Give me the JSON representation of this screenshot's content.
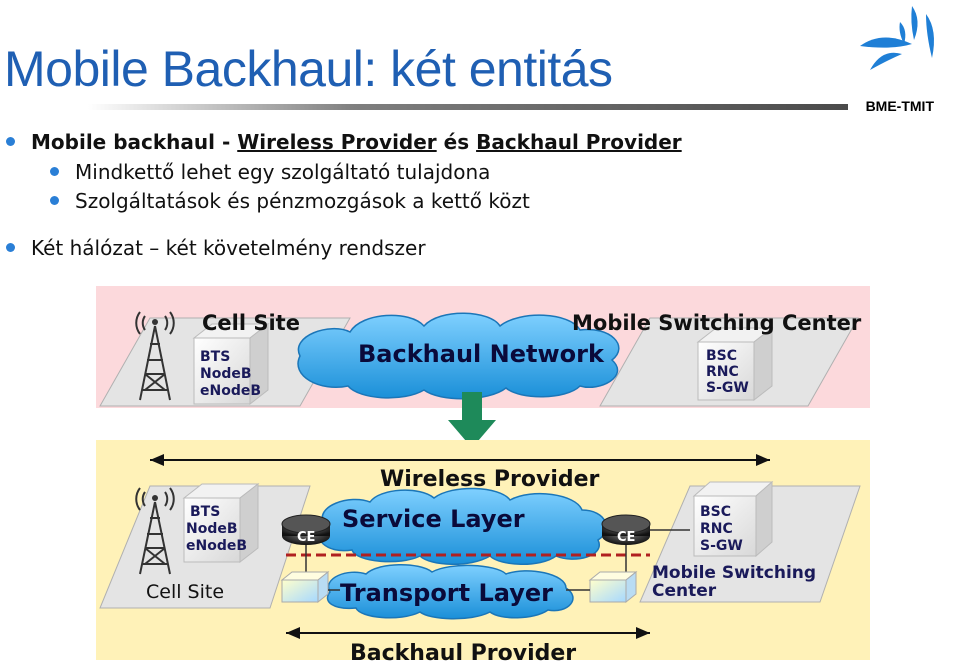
{
  "header": {
    "title": "Mobile Backhaul: két entitás",
    "logo_text": "BME-TMIT"
  },
  "bullets": {
    "b1_prefix": "Mobile backhaul - ",
    "b1_link1": "Wireless Provider",
    "b1_mid": " és ",
    "b1_link2": "Backhaul Provider",
    "b1_sub1": "Mindkettő lehet egy szolgáltató tulajdona",
    "b1_sub2": "Szolgáltatások és pénzmozgások a kettő közt",
    "b2": "Két hálózat – két követelmény rendszer"
  },
  "top_diagram": {
    "cell_site_label": "Cell Site",
    "bts_lines": [
      "BTS",
      "NodeB",
      "eNodeB"
    ],
    "msc_label": "Mobile Switching Center",
    "bsc_lines": [
      "BSC",
      "RNC",
      "S-GW"
    ],
    "cloud_label": "Backhaul Network"
  },
  "bottom_diagram": {
    "wireless_provider": "Wireless Provider",
    "service_layer": "Service Layer",
    "transport_layer": "Transport Layer",
    "backhaul_provider": "Backhaul Provider",
    "cell_site_label": "Cell Site",
    "bts_lines": [
      "BTS",
      "NodeB",
      "eNodeB"
    ],
    "bsc_lines": [
      "BSC",
      "RNC",
      "S-GW"
    ],
    "msc_lines": [
      "Mobile Switching",
      "Center"
    ],
    "ce_left": "CE",
    "ce_right": "CE"
  },
  "colors": {
    "title": "#1f5fb3",
    "top_band": "#fcd9dc",
    "bottom_band": "#fff2b8",
    "cloud": "#2a9be0",
    "arrow": "#1e8a5a"
  }
}
